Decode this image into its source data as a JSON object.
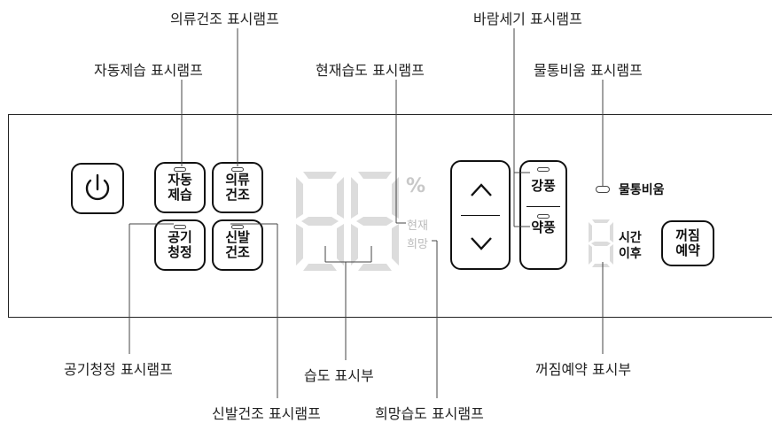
{
  "callouts": {
    "clothes_dry_lamp": "의류건조 표시램프",
    "wind_lamp": "바람세기 표시램프",
    "auto_dehumid_lamp": "자동제습 표시램프",
    "current_humidity_lamp": "현재습도 표시램프",
    "tank_empty_lamp": "물통비움 표시램프",
    "air_clean_lamp": "공기청정 표시램프",
    "humidity_display": "습도 표시부",
    "off_timer_display": "꺼짐예약 표시부",
    "shoe_dry_lamp": "신발건조 표시램프",
    "target_humidity_lamp": "희망습도 표시램프"
  },
  "panel": {
    "auto_dehumid": [
      "자동",
      "제습"
    ],
    "clothes_dry": [
      "의류",
      "건조"
    ],
    "air_clean": [
      "공기",
      "청정"
    ],
    "shoe_dry": [
      "신발",
      "건조"
    ],
    "percent": "%",
    "current": "현재",
    "target": "희망",
    "strong_wind": "강풍",
    "weak_wind": "약풍",
    "tank_empty": "물통비움",
    "hours_after": [
      "시간",
      "이후"
    ],
    "off_timer": [
      "꺼짐",
      "예약"
    ],
    "icons": {
      "power": "power-icon",
      "up": "chevron-up-icon",
      "down": "chevron-down-icon"
    },
    "humidity_digits": "88",
    "timer_digit": "8"
  }
}
